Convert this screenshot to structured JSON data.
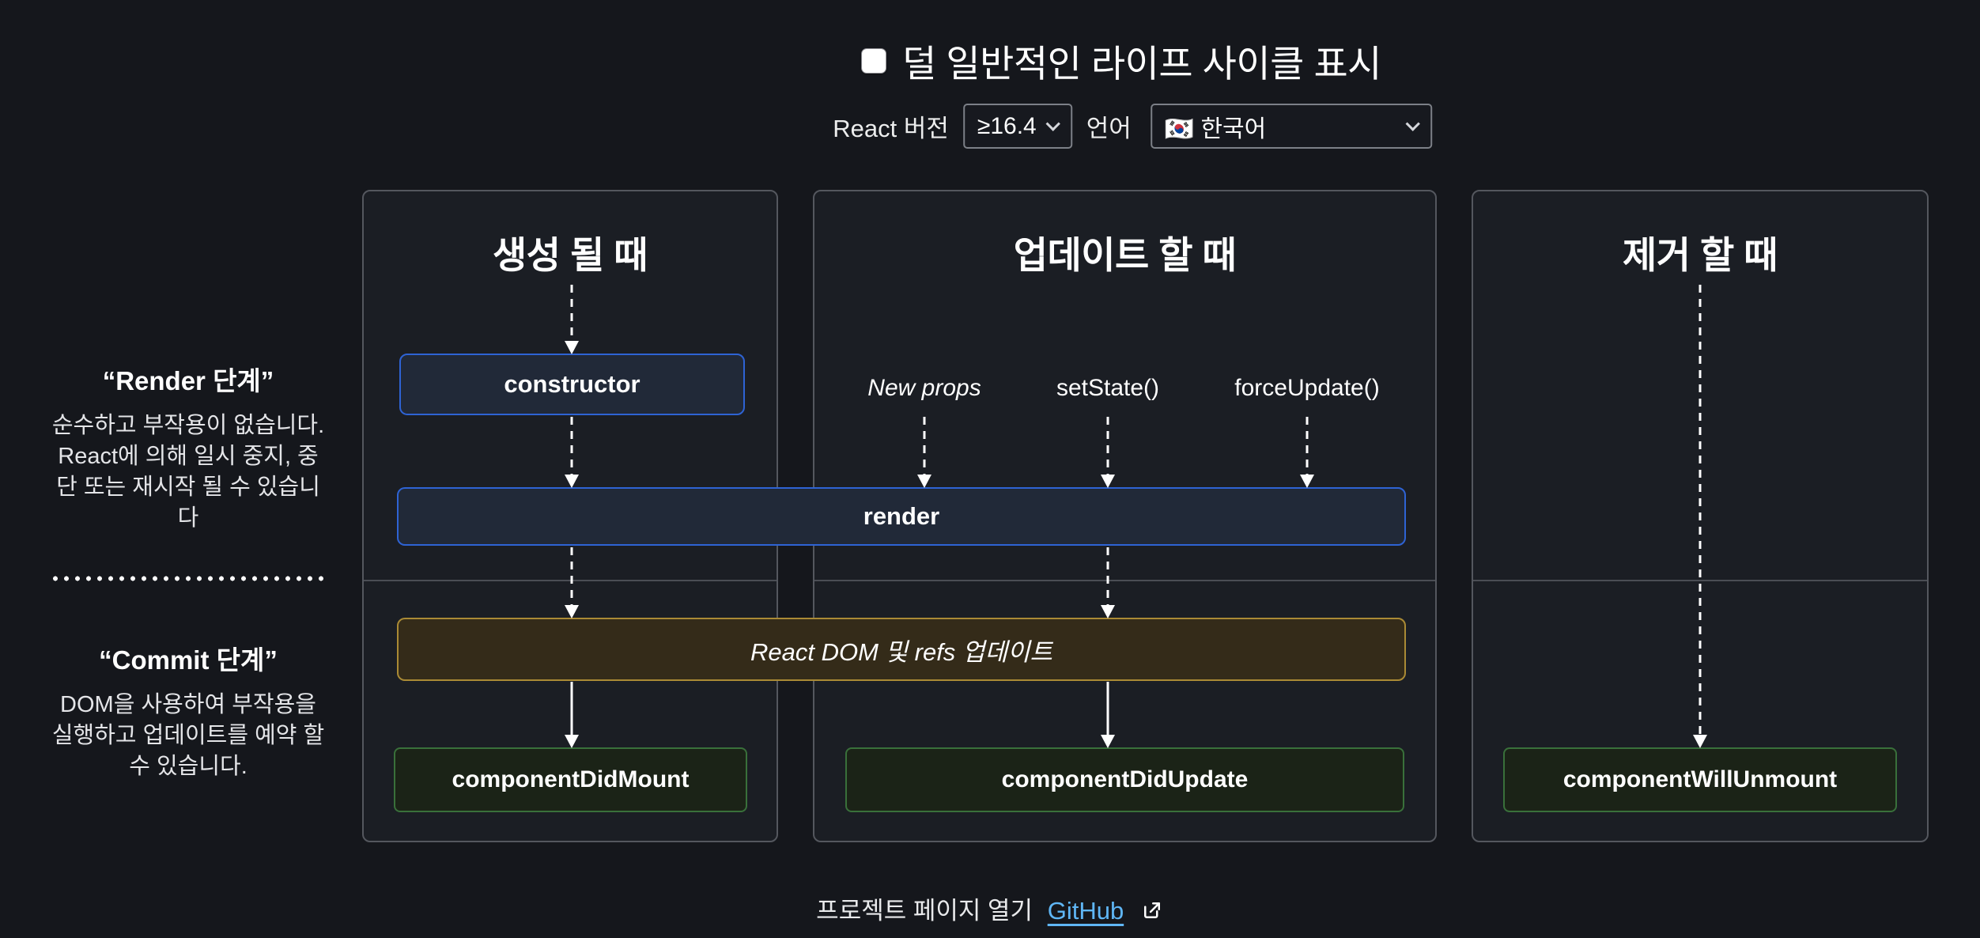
{
  "header": {
    "title": "덜 일반적인 라이프 사이클 표시",
    "checkbox_checked": false,
    "react_version_label": "React 버전",
    "react_version_value": "≥16.4",
    "language_label": "언어",
    "language_value": "🇰🇷 한국어"
  },
  "sidebar": {
    "render_phase": {
      "title": "“Render 단계”",
      "description": "순수하고 부작용이 없습니다. React에 의해 일시 중지, 중단 또는 재시작 될 수 있습니다"
    },
    "commit_phase": {
      "title": "“Commit 단계”",
      "description": "DOM을 사용하여 부작용을 실행하고 업데이트를 예약 할 수 있습니다."
    }
  },
  "diagram": {
    "columns": [
      {
        "title": "생성 될 때"
      },
      {
        "title": "업데이트 할 때"
      },
      {
        "title": "제거 할 때"
      }
    ],
    "triggers": [
      "New props",
      "setState()",
      "forceUpdate()"
    ],
    "nodes": {
      "constructor": "constructor",
      "render": "render",
      "react_dom": "React DOM 및 refs 업데이트",
      "did_mount": "componentDidMount",
      "did_update": "componentDidUpdate",
      "will_unmount": "componentWillUnmount"
    }
  },
  "footer": {
    "text": "프로젝트 페이지 열기",
    "link_label": "GitHub"
  },
  "colors": {
    "page_bg": "#15171c",
    "card_bg": "#1b1e24",
    "card_border": "#54575e",
    "blue_node_border": "#2e63d4",
    "gold_node_border": "#aa8a35",
    "green_node_border": "#39703a",
    "link": "#5fb6f5"
  }
}
